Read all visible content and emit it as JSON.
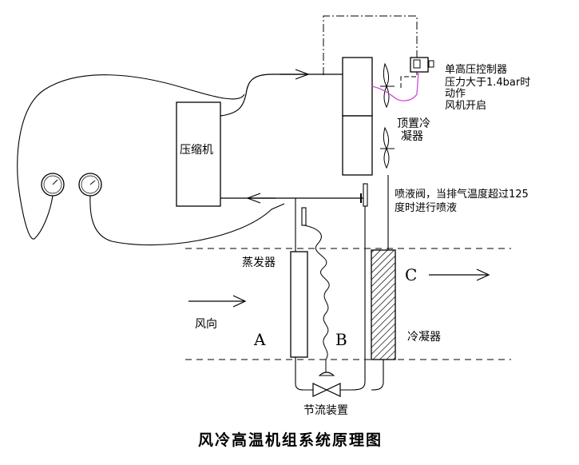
{
  "diagram": {
    "title": "风冷高温机组系统原理图",
    "labels": {
      "compressor": "压缩机",
      "top_condenser_line1": "顶置冷",
      "top_condenser_line2": "凝器",
      "controller_line1": "单高压控制器",
      "controller_line2": "压力大于1.4bar时",
      "controller_line3": "动作",
      "controller_line4": "风机开启",
      "spray_valve_line1": "喷液阀，当排气温度超过125",
      "spray_valve_line2": "度时进行喷液",
      "evaporator": "蒸发器",
      "condenser": "冷凝器",
      "wind_direction": "风向",
      "throttle": "节流装置",
      "zone_a": "A",
      "zone_b": "B",
      "zone_c": "C"
    }
  }
}
